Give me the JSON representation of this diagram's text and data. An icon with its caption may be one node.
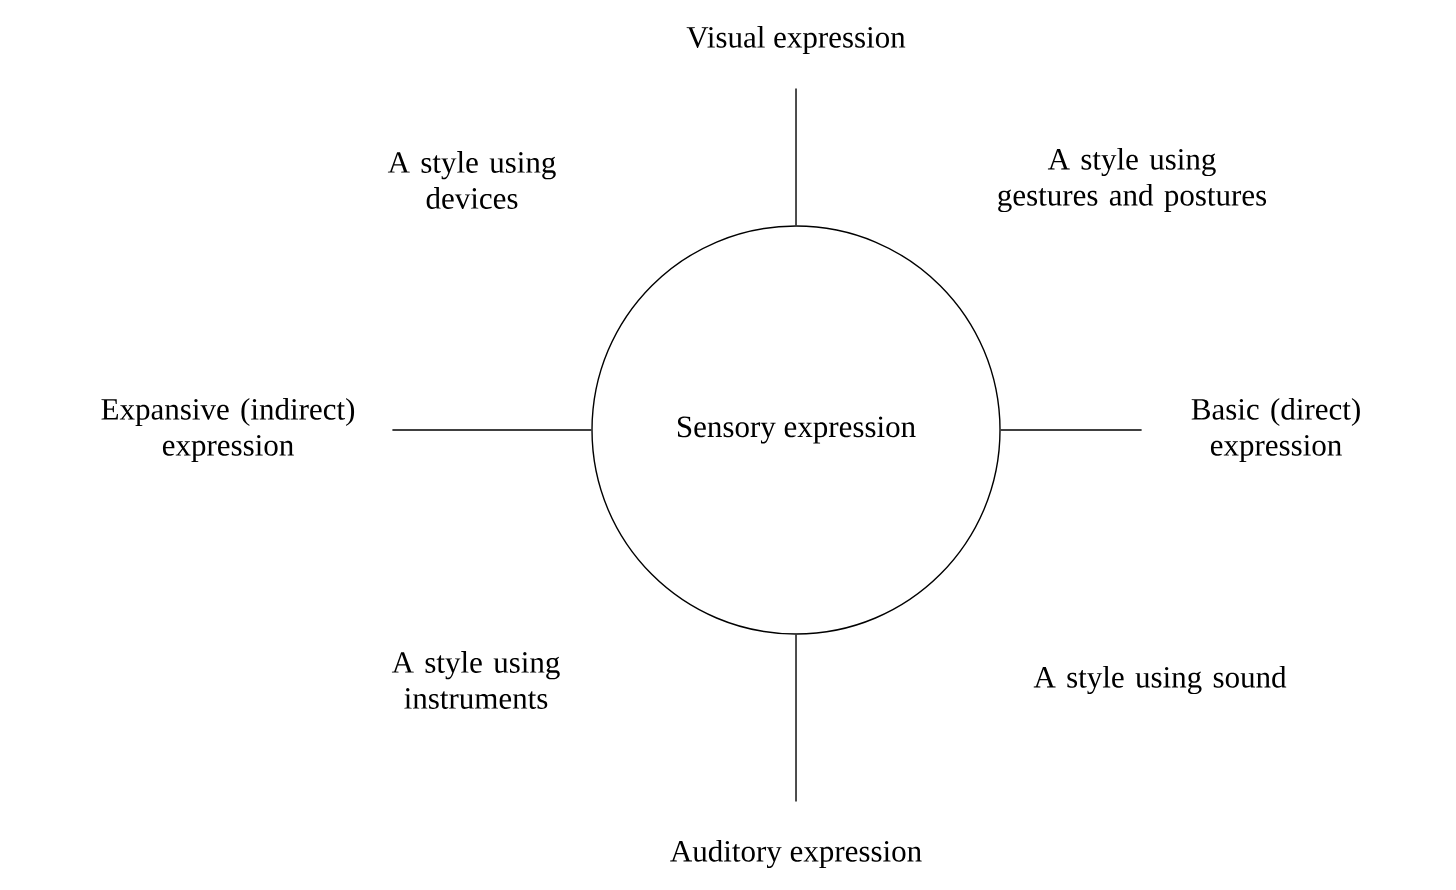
{
  "diagram": {
    "nodes": [
      {
        "text": [
          "Sensory expression"
        ]
      },
      {
        "text": [
          "Visual expression"
        ]
      },
      {
        "text": [
          "Expansive (indirect) expression"
        ]
      },
      {
        "text": [
          "Basic (direct) expression"
        ]
      },
      {
        "text": [
          "Auditory expression"
        ]
      }
    ],
    "edges": [
      {
        "from": 0,
        "to": 1,
        "arrow": "none"
      },
      {
        "from": 0,
        "to": 2,
        "arrow": "none"
      },
      {
        "from": 0,
        "to": 3,
        "arrow": "none"
      },
      {
        "from": 0,
        "to": 4,
        "arrow": "none"
      }
    ],
    "labels": [
      "A style using devices",
      "A style using gestures and postures",
      "A style using instruments",
      "A style using sound"
    ]
  }
}
